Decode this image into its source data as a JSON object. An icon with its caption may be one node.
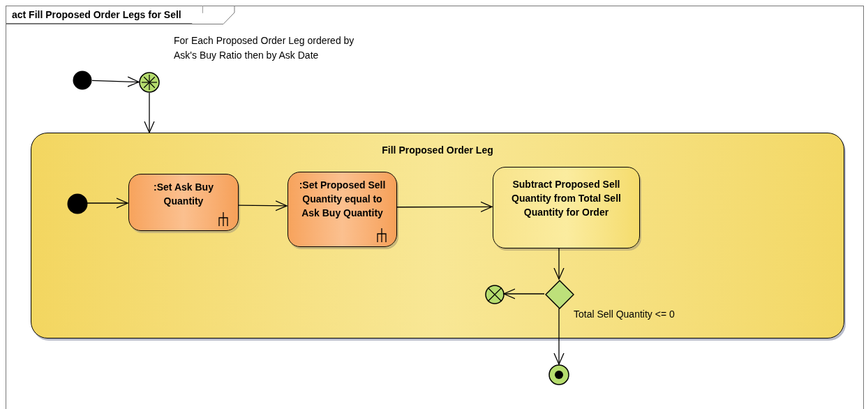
{
  "diagram": {
    "title": "act Fill Proposed Order Legs for Sell",
    "nodes": [
      {
        "text": [],
        "shape": "circle"
      },
      {
        "text": [],
        "shape": "circle",
        "beside": [
          "For Each Proposed Order Leg ordered by Ask's Buy Ratio then by Ask Date"
        ]
      },
      {
        "text": [
          "Fill Proposed Order Leg"
        ]
      },
      {
        "text": [],
        "shape": "circle",
        "in": 2
      },
      {
        "text": [
          ":Set Ask Buy Quantity"
        ],
        "in": 2
      },
      {
        "text": [
          ":Set Proposed Sell Quantity equal to Ask Buy Quantity"
        ],
        "in": 2
      },
      {
        "text": [
          "Subtract Proposed Sell Quantity from Total Sell Quantity for Order"
        ],
        "in": 2
      },
      {
        "text": [],
        "shape": "diamond",
        "in": 2
      },
      {
        "text": [],
        "shape": "circle",
        "in": 2
      },
      {
        "text": [],
        "shape": "circle"
      }
    ],
    "edges": [
      {
        "from": 0,
        "to": 1,
        "arrow": "to"
      },
      {
        "from": 1,
        "to": 2,
        "arrow": "to"
      },
      {
        "from": 3,
        "to": 4,
        "arrow": "to"
      },
      {
        "from": 4,
        "to": 5,
        "arrow": "to"
      },
      {
        "from": 5,
        "to": 6,
        "arrow": "to"
      },
      {
        "from": 6,
        "to": 7,
        "arrow": "to"
      },
      {
        "from": 7,
        "to": 8,
        "arrow": "to"
      },
      {
        "from": 7,
        "to": 9,
        "arrow": "to",
        "label": "Total Sell Quantity <= 0"
      }
    ]
  }
}
